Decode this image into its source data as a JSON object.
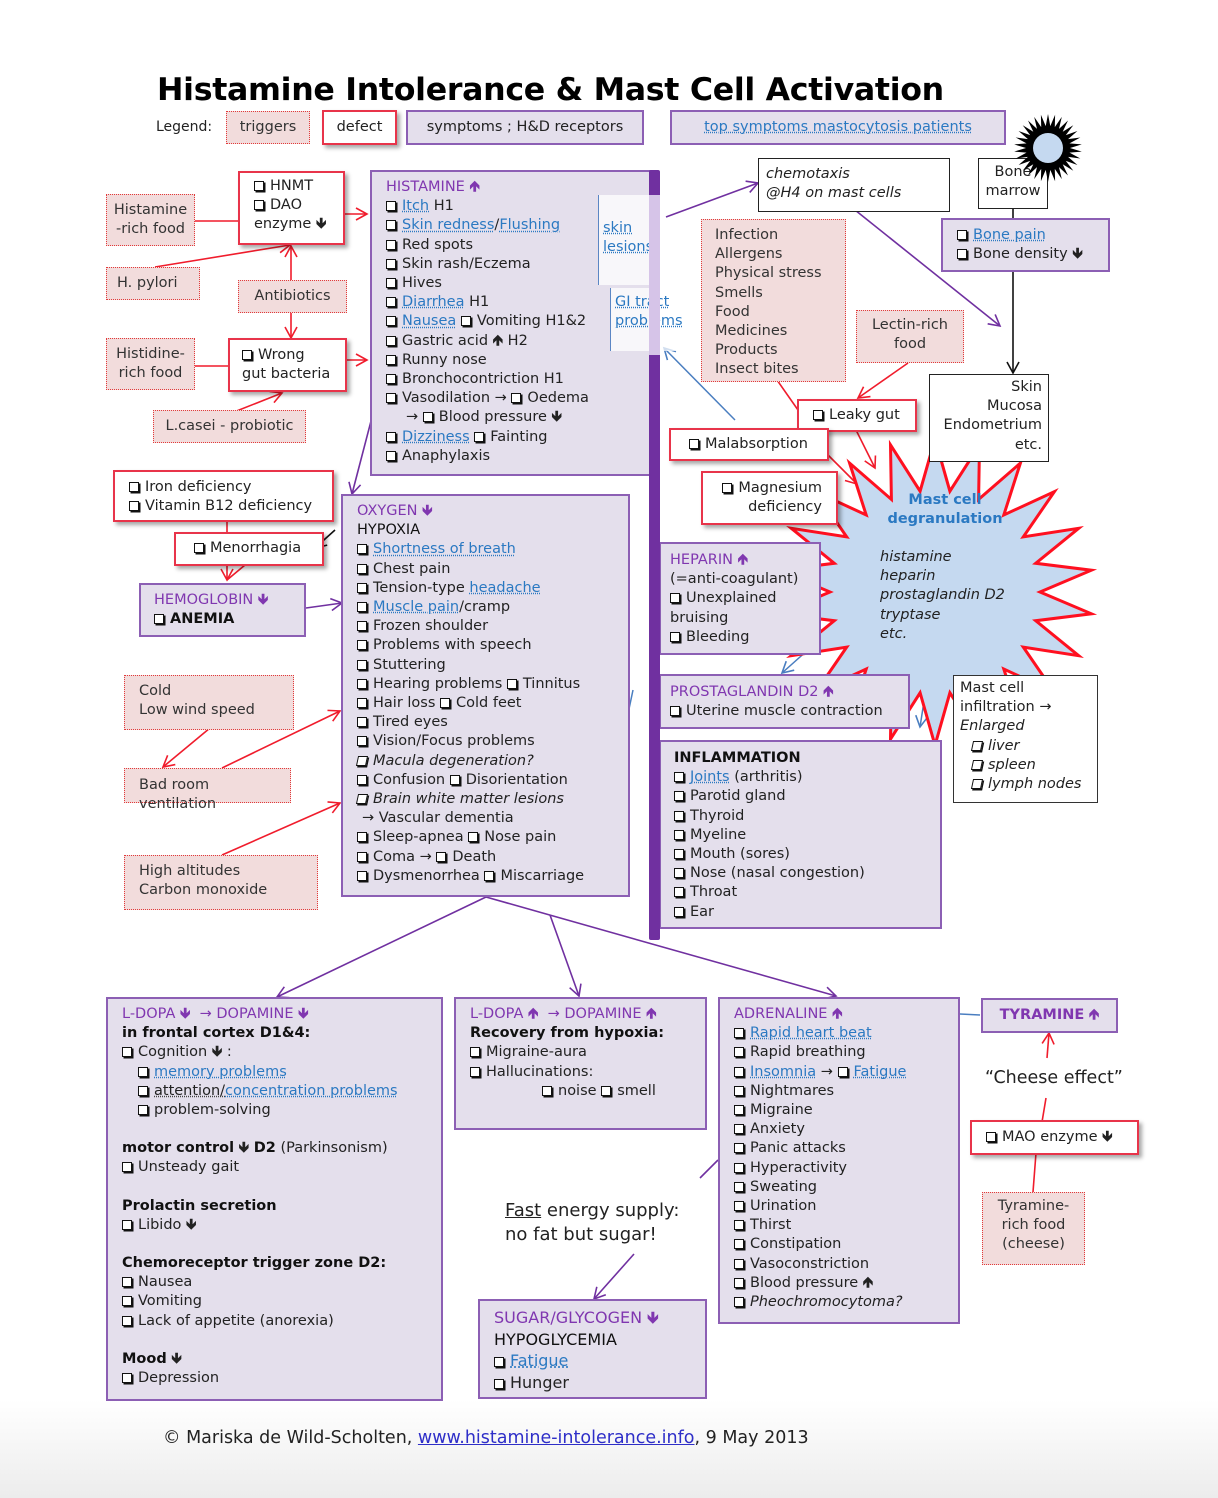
{
  "title": "Histamine Intolerance & Mast Cell Activation",
  "legend": {
    "label": "Legend:",
    "items": [
      {
        "type": "trigger",
        "label": "triggers"
      },
      {
        "type": "defect",
        "label": "defect"
      },
      {
        "type": "symptom",
        "label": "symptoms ; H&D receptors"
      },
      {
        "type": "top-symptom",
        "label": "top symptoms mastocytosis patients"
      }
    ]
  },
  "colors": {
    "trigger_fill": "#f2dcdc",
    "trigger_border": "#e23a3a",
    "defect_border": "#e8344a",
    "symptom_fill": "#e4dfec",
    "symptom_border": "#8c5fb4",
    "header_purple": "#8037b0",
    "link_blue": "#2b79c2",
    "burst_fill": "#c5d9f0",
    "burst_stroke": "#ff0000",
    "main_bar": "#7030a0"
  },
  "triggers": {
    "histamine_food": "Histamine\n-rich food",
    "h_pylori": "H. pylori",
    "antibiotics": "Antibiotics",
    "histidine_food": "Histidine-\nrich food",
    "l_casei": "L.casei - probiotic",
    "general": [
      "Infection",
      "Allergens",
      "Physical stress",
      "Smells",
      "Food",
      "Medicines",
      "Products",
      "Insect bites"
    ],
    "lectin_food": "Lectin-rich\nfood",
    "cold": [
      "Cold",
      "Low wind speed"
    ],
    "ventilation": "Bad room ventilation",
    "altitude": [
      "High altitudes",
      "Carbon monoxide"
    ],
    "tyramine_food": "Tyramine-\nrich food\n(cheese)"
  },
  "defects": {
    "enzymes": {
      "items": [
        "HNMT",
        "DAO"
      ],
      "suffix": "enzyme"
    },
    "gut_bacteria": "Wrong\ngut bacteria",
    "deficiency": [
      "Iron deficiency",
      "Vitamin B12 deficiency"
    ],
    "menorrhagia": "Menorrhagia",
    "leaky_gut": "Leaky gut",
    "malabsorption": "Malabsorption",
    "magnesium": "Magnesium\ndeficiency",
    "mao": "MAO enzyme"
  },
  "histamine": {
    "header": "HISTAMINE",
    "items": {
      "itch": "Itch",
      "itch_r": "H1",
      "skin_redness": "Skin redness",
      "flushing": "Flushing",
      "red_spots": "Red spots",
      "skin_rash": "Skin rash/Eczema",
      "hives": "Hives",
      "diarrhea": "Diarrhea",
      "diarrhea_r": "H1",
      "nausea": "Nausea",
      "vomiting": "Vomiting H1&2",
      "gastric": "Gastric acid",
      "gastric_r": "H2",
      "runny_nose": "Runny nose",
      "broncho": "Bronchocontriction H1",
      "vasodilation": "Vasodilation",
      "oedema": "Oedema",
      "blood_pressure": "Blood pressure",
      "dizziness": "Dizziness",
      "fainting": "Fainting",
      "anaphylaxis": "Anaphylaxis"
    },
    "skin_lesions": "skin\nlesions",
    "gi_tract": "GI tract\nproblems"
  },
  "chemotaxis": [
    "chemotaxis",
    "@H4 on mast cells"
  ],
  "bone": {
    "marrow": "Bone\nmarrow",
    "bone_pain": "Bone pain",
    "bone_density": "Bone density"
  },
  "tissues": [
    "Skin",
    "Mucosa",
    "Endometrium",
    "etc."
  ],
  "mast_cell": {
    "title": "Mast cell\ndegranulation",
    "mediators": [
      "histamine",
      "heparin",
      "prostaglandin D2",
      "tryptase",
      "etc."
    ]
  },
  "heparin": {
    "header": "HEPARIN",
    "sub": "(=anti-coagulant)",
    "items": [
      "Unexplained\nbruising",
      "Bleeding"
    ]
  },
  "prostaglandin": {
    "header": "PROSTAGLANDIN D2",
    "items": [
      "Uterine muscle contraction"
    ]
  },
  "infiltration": {
    "line1": "Mast cell",
    "line2": "infiltration",
    "line3": "Enlarged",
    "items": [
      "liver",
      "spleen",
      "lymph nodes"
    ]
  },
  "inflammation": {
    "header": "INFLAMMATION",
    "joints": "Joints",
    "joints_suffix": "(arthritis)",
    "items": [
      "Parotid gland",
      "Thyroid",
      "Myeline",
      "Mouth (sores)",
      "Nose (nasal congestion)",
      "Throat",
      "Ear"
    ]
  },
  "hemoglobin": {
    "header": "HEMOGLOBIN",
    "item": "ANEMIA"
  },
  "oxygen": {
    "header": "OXYGEN",
    "sub": "HYPOXIA",
    "shortness": "Shortness of breath",
    "chest": "Chest pain",
    "tension": "Tension-type",
    "headache": "headache",
    "muscle": "Muscle pain",
    "cramp": "/cramp",
    "frozen": "Frozen shoulder",
    "speech": "Problems with speech",
    "stuttering": "Stuttering",
    "hearing": "Hearing problems",
    "tinnitus": "Tinnitus",
    "hair": "Hair loss",
    "cold_feet": "Cold feet",
    "tired_eyes": "Tired eyes",
    "vision": "Vision/Focus problems",
    "macula": "Macula degeneration?",
    "confusion": "Confusion",
    "disorientation": "Disorientation",
    "brain": "Brain white matter lesions",
    "vascular": "Vascular dementia",
    "sleep_apnea": "Sleep-apnea",
    "nose_pain": "Nose pain",
    "coma": "Coma",
    "death": "Death",
    "dysmenorrhea": "Dysmenorrhea",
    "miscarriage": "Miscarriage"
  },
  "dopamine_low": {
    "header_a": "L-DOPA",
    "header_b": "DOPAMINE",
    "frontal": "in frontal cortex D1&4:",
    "cognition": "Cognition",
    "memory": "memory problems",
    "attention": "attention/",
    "concentration": "concentration problems",
    "problem_solving": "problem-solving",
    "motor": "motor control",
    "motor_suffix": "D2",
    "motor_paren": "(Parkinsonism)",
    "gait": "Unsteady gait",
    "prolactin": "Prolactin secretion",
    "libido": "Libido",
    "ctz": "Chemoreceptor trigger zone D2:",
    "ctz_items": [
      "Nausea",
      "Vomiting",
      "Lack of appetite (anorexia)"
    ],
    "mood": "Mood",
    "depression": "Depression"
  },
  "dopamine_high": {
    "header_a": "L-DOPA",
    "header_b": "DOPAMINE",
    "recovery": "Recovery from hypoxia:",
    "items": [
      "Migraine-aura",
      "Hallucinations:"
    ],
    "noise": "noise",
    "smell": "smell"
  },
  "energy_note": {
    "underlined": "Fast",
    "rest1": " energy supply:",
    "line2": "no fat but sugar!"
  },
  "sugar": {
    "header": "SUGAR/GLYCOGEN",
    "sub": "HYPOGLYCEMIA",
    "fatigue": "Fatigue",
    "hunger": "Hunger"
  },
  "adrenaline": {
    "header": "ADRENALINE",
    "rapid_heart": "Rapid heart beat",
    "rapid_breathing": "Rapid breathing",
    "insomnia": "Insomnia",
    "fatigue": "Fatigue",
    "items": [
      "Nightmares",
      "Migraine",
      "Anxiety",
      "Panic attacks",
      "Hyperactivity",
      "Sweating",
      "Urination",
      "Thirst",
      "Constipation",
      "Vasoconstriction"
    ],
    "blood_pressure": "Blood pressure",
    "pheo": "Pheochromocytoma?"
  },
  "tyramine": {
    "header": "TYRAMINE"
  },
  "cheese_effect": "“Cheese effect”",
  "footer": {
    "author": "© Mariska de Wild-Scholten, ",
    "link": "www.histamine-intolerance.info",
    "date": ", 9 May 2013"
  }
}
